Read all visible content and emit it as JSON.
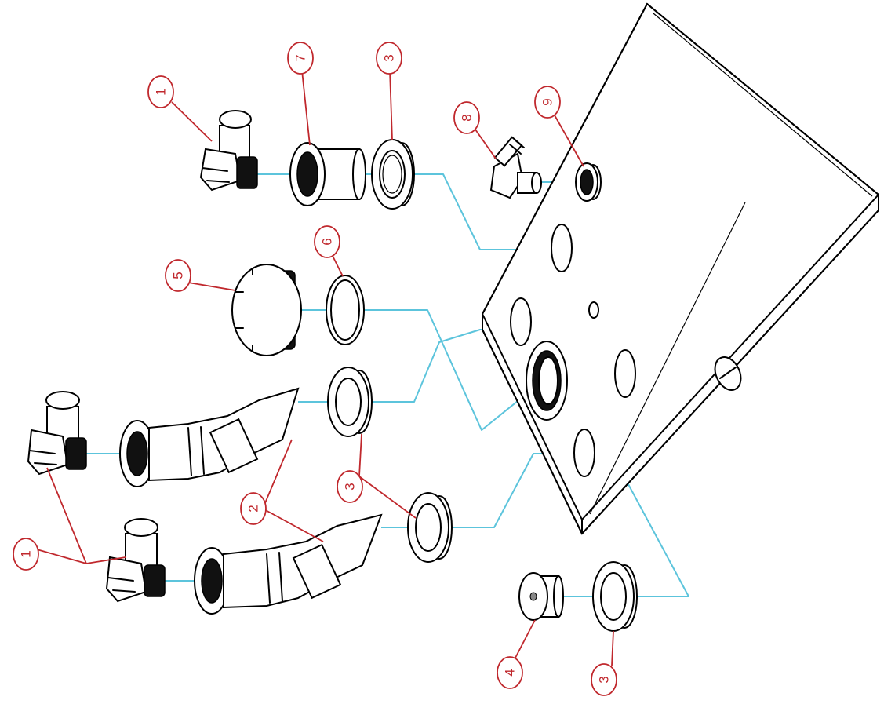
{
  "diagram": {
    "type": "exploded-assembly-view",
    "rotation_deg": -90,
    "colors": {
      "outline": "#000000",
      "connector_lines": "#5cc4dc",
      "callouts": "#c0282d",
      "background": "#ffffff"
    },
    "callouts": [
      {
        "id": "c1a",
        "label": "1"
      },
      {
        "id": "c7",
        "label": "7"
      },
      {
        "id": "c3a",
        "label": "3"
      },
      {
        "id": "c8",
        "label": "8"
      },
      {
        "id": "c9",
        "label": "9"
      },
      {
        "id": "c5",
        "label": "5"
      },
      {
        "id": "c6",
        "label": "6"
      },
      {
        "id": "c1b",
        "label": "1"
      },
      {
        "id": "c2",
        "label": "2"
      },
      {
        "id": "c3b",
        "label": "3"
      },
      {
        "id": "c4",
        "label": "4"
      },
      {
        "id": "c3c",
        "label": "3"
      }
    ]
  }
}
